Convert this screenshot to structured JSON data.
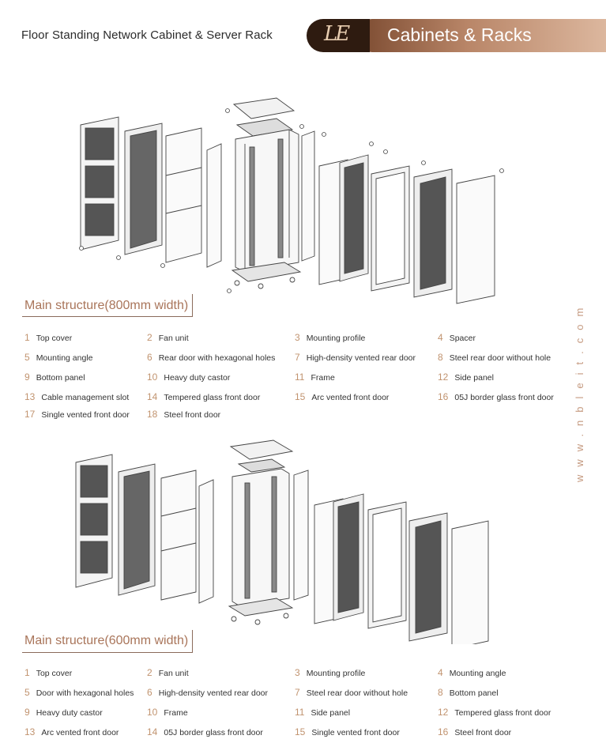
{
  "header": {
    "title": "Floor Standing Network Cabinet & Server Rack",
    "brand_logo": "LE",
    "brand_label": "Cabinets & Racks",
    "accent": "#b98668"
  },
  "side_url": "www.nbleit.com",
  "sections": [
    {
      "title": "Main structure(800mm width)",
      "parts": [
        {
          "num": "1",
          "label": "Top cover"
        },
        {
          "num": "2",
          "label": "Fan unit"
        },
        {
          "num": "3",
          "label": "Mounting profile"
        },
        {
          "num": "4",
          "label": "Spacer"
        },
        {
          "num": "5",
          "label": "Mounting angle"
        },
        {
          "num": "6",
          "label": "Rear door with hexagonal holes"
        },
        {
          "num": "7",
          "label": "High-density vented rear door"
        },
        {
          "num": "8",
          "label": "Steel rear door without hole"
        },
        {
          "num": "9",
          "label": "Bottom panel"
        },
        {
          "num": "10",
          "label": "Heavy duty castor"
        },
        {
          "num": "11",
          "label": "Frame"
        },
        {
          "num": "12",
          "label": "Side panel"
        },
        {
          "num": "13",
          "label": "Cable management slot"
        },
        {
          "num": "14",
          "label": "Tempered glass front door"
        },
        {
          "num": "15",
          "label": "Arc vented front door"
        },
        {
          "num": "16",
          "label": "05J border glass front door"
        },
        {
          "num": "17",
          "label": "Single vented front door"
        },
        {
          "num": "18",
          "label": "Steel front door"
        }
      ]
    },
    {
      "title": "Main structure(600mm width)",
      "parts": [
        {
          "num": "1",
          "label": "Top cover"
        },
        {
          "num": "2",
          "label": "Fan unit"
        },
        {
          "num": "3",
          "label": "Mounting profile"
        },
        {
          "num": "4",
          "label": "Mounting angle"
        },
        {
          "num": "5",
          "label": "Door with hexagonal holes"
        },
        {
          "num": "6",
          "label": "High-density vented rear door"
        },
        {
          "num": "7",
          "label": "Steel rear door without hole"
        },
        {
          "num": "8",
          "label": "Bottom panel"
        },
        {
          "num": "9",
          "label": "Heavy duty castor"
        },
        {
          "num": "10",
          "label": "Frame"
        },
        {
          "num": "11",
          "label": "Side panel"
        },
        {
          "num": "12",
          "label": "Tempered glass front door"
        },
        {
          "num": "13",
          "label": "Arc vented front door"
        },
        {
          "num": "14",
          "label": "05J border glass front door"
        },
        {
          "num": "15",
          "label": "Single vented front door"
        },
        {
          "num": "16",
          "label": "Steel front door"
        }
      ]
    }
  ]
}
